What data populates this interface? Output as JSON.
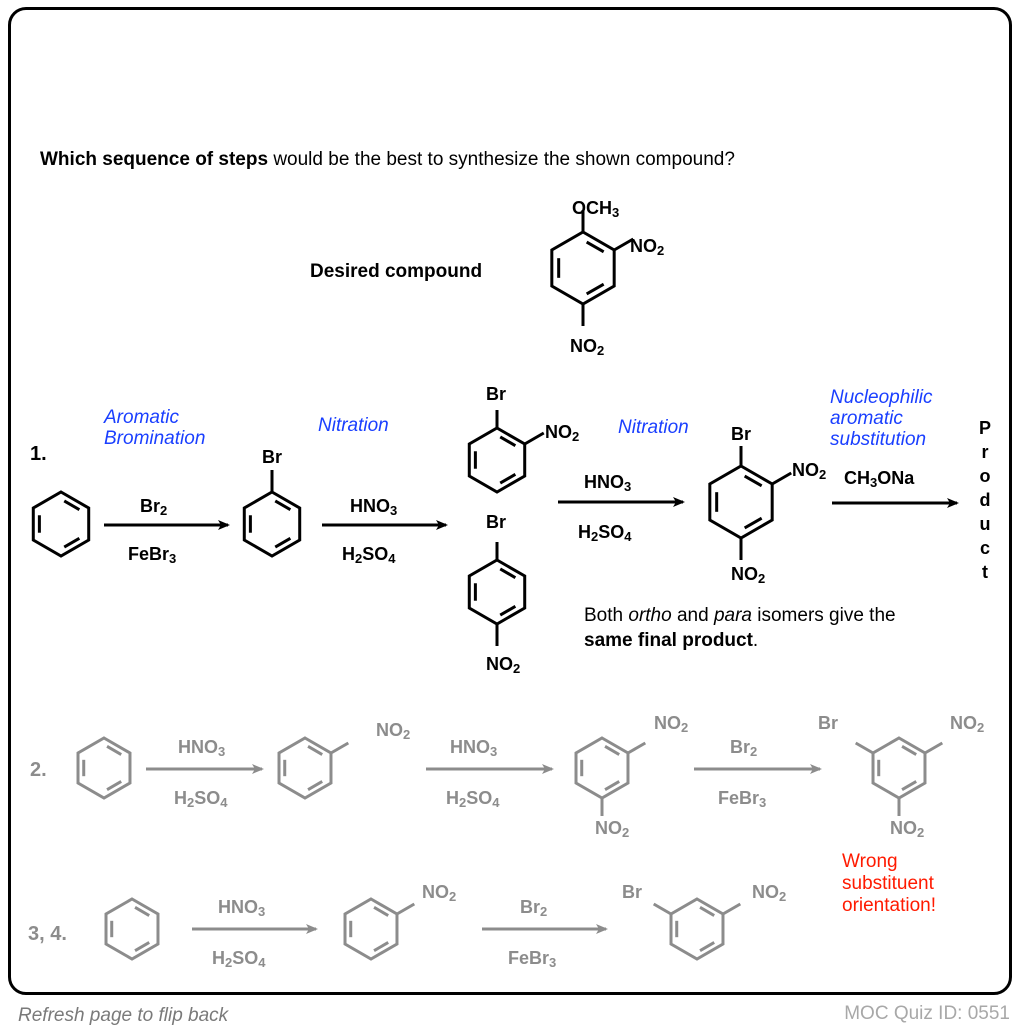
{
  "question": {
    "bold_part": "Which sequence of steps",
    "rest": " would be the best to synthesize the shown compound?"
  },
  "desired": {
    "label": "Desired compound",
    "substituents": {
      "top": "OCH3",
      "ortho": "NO2",
      "para": "NO2"
    }
  },
  "route1": {
    "number": "1.",
    "step1": {
      "name_line1": "Aromatic",
      "name_line2": "Bromination",
      "reagent_top": "Br2",
      "reagent_bottom": "FeBr3"
    },
    "step2": {
      "name": "Nitration",
      "reagent_top": "HNO3",
      "reagent_bottom": "H2SO4"
    },
    "step3": {
      "name": "Nitration",
      "reagent_top": "HNO3",
      "reagent_bottom": "H2SO4"
    },
    "step4": {
      "name_line1": "Nucleophilic",
      "name_line2": "aromatic",
      "name_line3": "substitution",
      "reagent_top": "CH3ONa"
    },
    "product_label": "Product",
    "note": {
      "pre": "Both ",
      "ortho": "ortho",
      "mid": " and ",
      "para": "para",
      "post": " isomers give the",
      "bold": "same final product",
      "end": "."
    }
  },
  "route2": {
    "number": "2.",
    "step1": {
      "reagent_top": "HNO3",
      "reagent_bottom": "H2SO4"
    },
    "step2": {
      "reagent_top": "HNO3",
      "reagent_bottom": "H2SO4"
    },
    "step3": {
      "reagent_top": "Br2",
      "reagent_bottom": "FeBr3"
    },
    "warning_line1": "Wrong",
    "warning_line2": "substituent",
    "warning_line3": "orientation!"
  },
  "route34": {
    "number": "3, 4.",
    "step1": {
      "reagent_top": "HNO3",
      "reagent_bottom": "H2SO4"
    },
    "step2": {
      "reagent_top": "Br2",
      "reagent_bottom": "FeBr3"
    }
  },
  "footer": {
    "left": "Refresh page to flip back",
    "right": "MOC Quiz ID: 0551"
  },
  "colors": {
    "ink": "#000000",
    "faded": "#8c8c8c",
    "accent_blue": "#1a3fff",
    "warning_red": "#ff1a00"
  }
}
